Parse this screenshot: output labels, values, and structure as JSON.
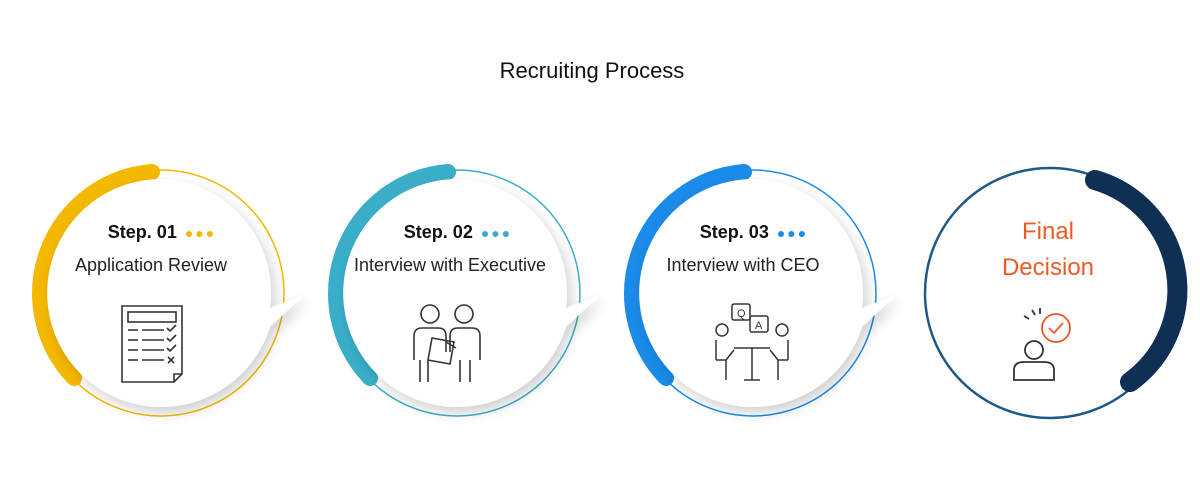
{
  "title": "Recruiting Process",
  "steps": [
    {
      "label": "Step. 01",
      "name": "Application Review",
      "color": "#f5b800",
      "icon": "document-checklist-icon"
    },
    {
      "label": "Step. 02",
      "name": "Interview with Executive",
      "color": "#3aaec9",
      "icon": "two-people-icon"
    },
    {
      "label": "Step. 03",
      "name": "Interview with CEO",
      "color": "#1a8be8",
      "icon": "qa-meeting-icon"
    }
  ],
  "final": {
    "line1": "Final",
    "line2": "Decision",
    "color": "#ee5a24",
    "ring_color": "#1f5a86",
    "arc_color": "#0f2f55",
    "icon": "person-check-icon"
  }
}
